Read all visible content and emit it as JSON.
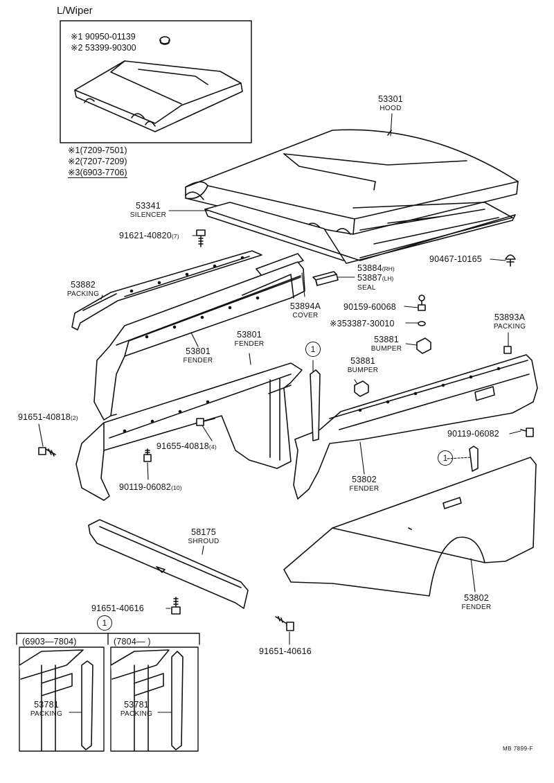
{
  "inset": {
    "title": "L/Wiper",
    "items": [
      {
        "mark": "※1",
        "part": "90950-01139"
      },
      {
        "mark": "※2",
        "part": "53399-90300"
      }
    ]
  },
  "date_notes": [
    {
      "mark": "※1",
      "range": "(7209-7501)"
    },
    {
      "mark": "※2",
      "range": "(7207-7209)"
    },
    {
      "mark": "※3",
      "range": "(6903-7706)"
    }
  ],
  "callouts": {
    "hood": {
      "part": "53301",
      "name": "HOOD"
    },
    "silencer": {
      "part": "53341",
      "name": "SILENCER"
    },
    "screw_hood": {
      "part": "91621-40820",
      "qty": "(7)"
    },
    "clip_hood": {
      "part": "90467-10165"
    },
    "seal": {
      "part_rh": "53884",
      "rh": "(RH)",
      "part_lh": "53887",
      "lh": "(LH)",
      "name": "SEAL"
    },
    "packing_left": {
      "part": "53882",
      "name": "PACKING"
    },
    "cover": {
      "part": "53894A",
      "name": "COVER"
    },
    "bolt_a": {
      "part": "90159-60068"
    },
    "nut_a": {
      "mark": "※3",
      "part": "53387-30010"
    },
    "bumper_a": {
      "part": "53881",
      "name": "BUMPER"
    },
    "bumper_b": {
      "part": "53881",
      "name": "BUMPER"
    },
    "packing_right": {
      "part": "53893A",
      "name": "PACKING"
    },
    "fender_inner_l1": {
      "part": "53801",
      "name": "FENDER"
    },
    "fender_inner_l2": {
      "part": "53801",
      "name": "FENDER"
    },
    "bolt_b": {
      "part": "91651-40818",
      "qty": "(2)"
    },
    "bolt_c": {
      "part": "91655-40818",
      "qty": "(4)"
    },
    "bolt_d": {
      "part": "90119-06082",
      "qty": "(10)"
    },
    "bolt_e": {
      "part": "90119-06082"
    },
    "fender_inner_r": {
      "part": "53802",
      "name": "FENDER"
    },
    "fender_outer_r": {
      "part": "53802",
      "name": "FENDER"
    },
    "shroud": {
      "part": "58175",
      "name": "SHROUD"
    },
    "bolt_f": {
      "part": "91651-40616"
    },
    "bolt_g": {
      "part": "91651-40616"
    }
  },
  "ref_marker": "1",
  "detail": {
    "left_range": "(6903—7804)",
    "right_range": "(7804—          )",
    "left": {
      "part": "53781",
      "name": "PACKING"
    },
    "right": {
      "part": "53781",
      "name": "PACKING"
    }
  },
  "page_code": "MB  7899-F"
}
